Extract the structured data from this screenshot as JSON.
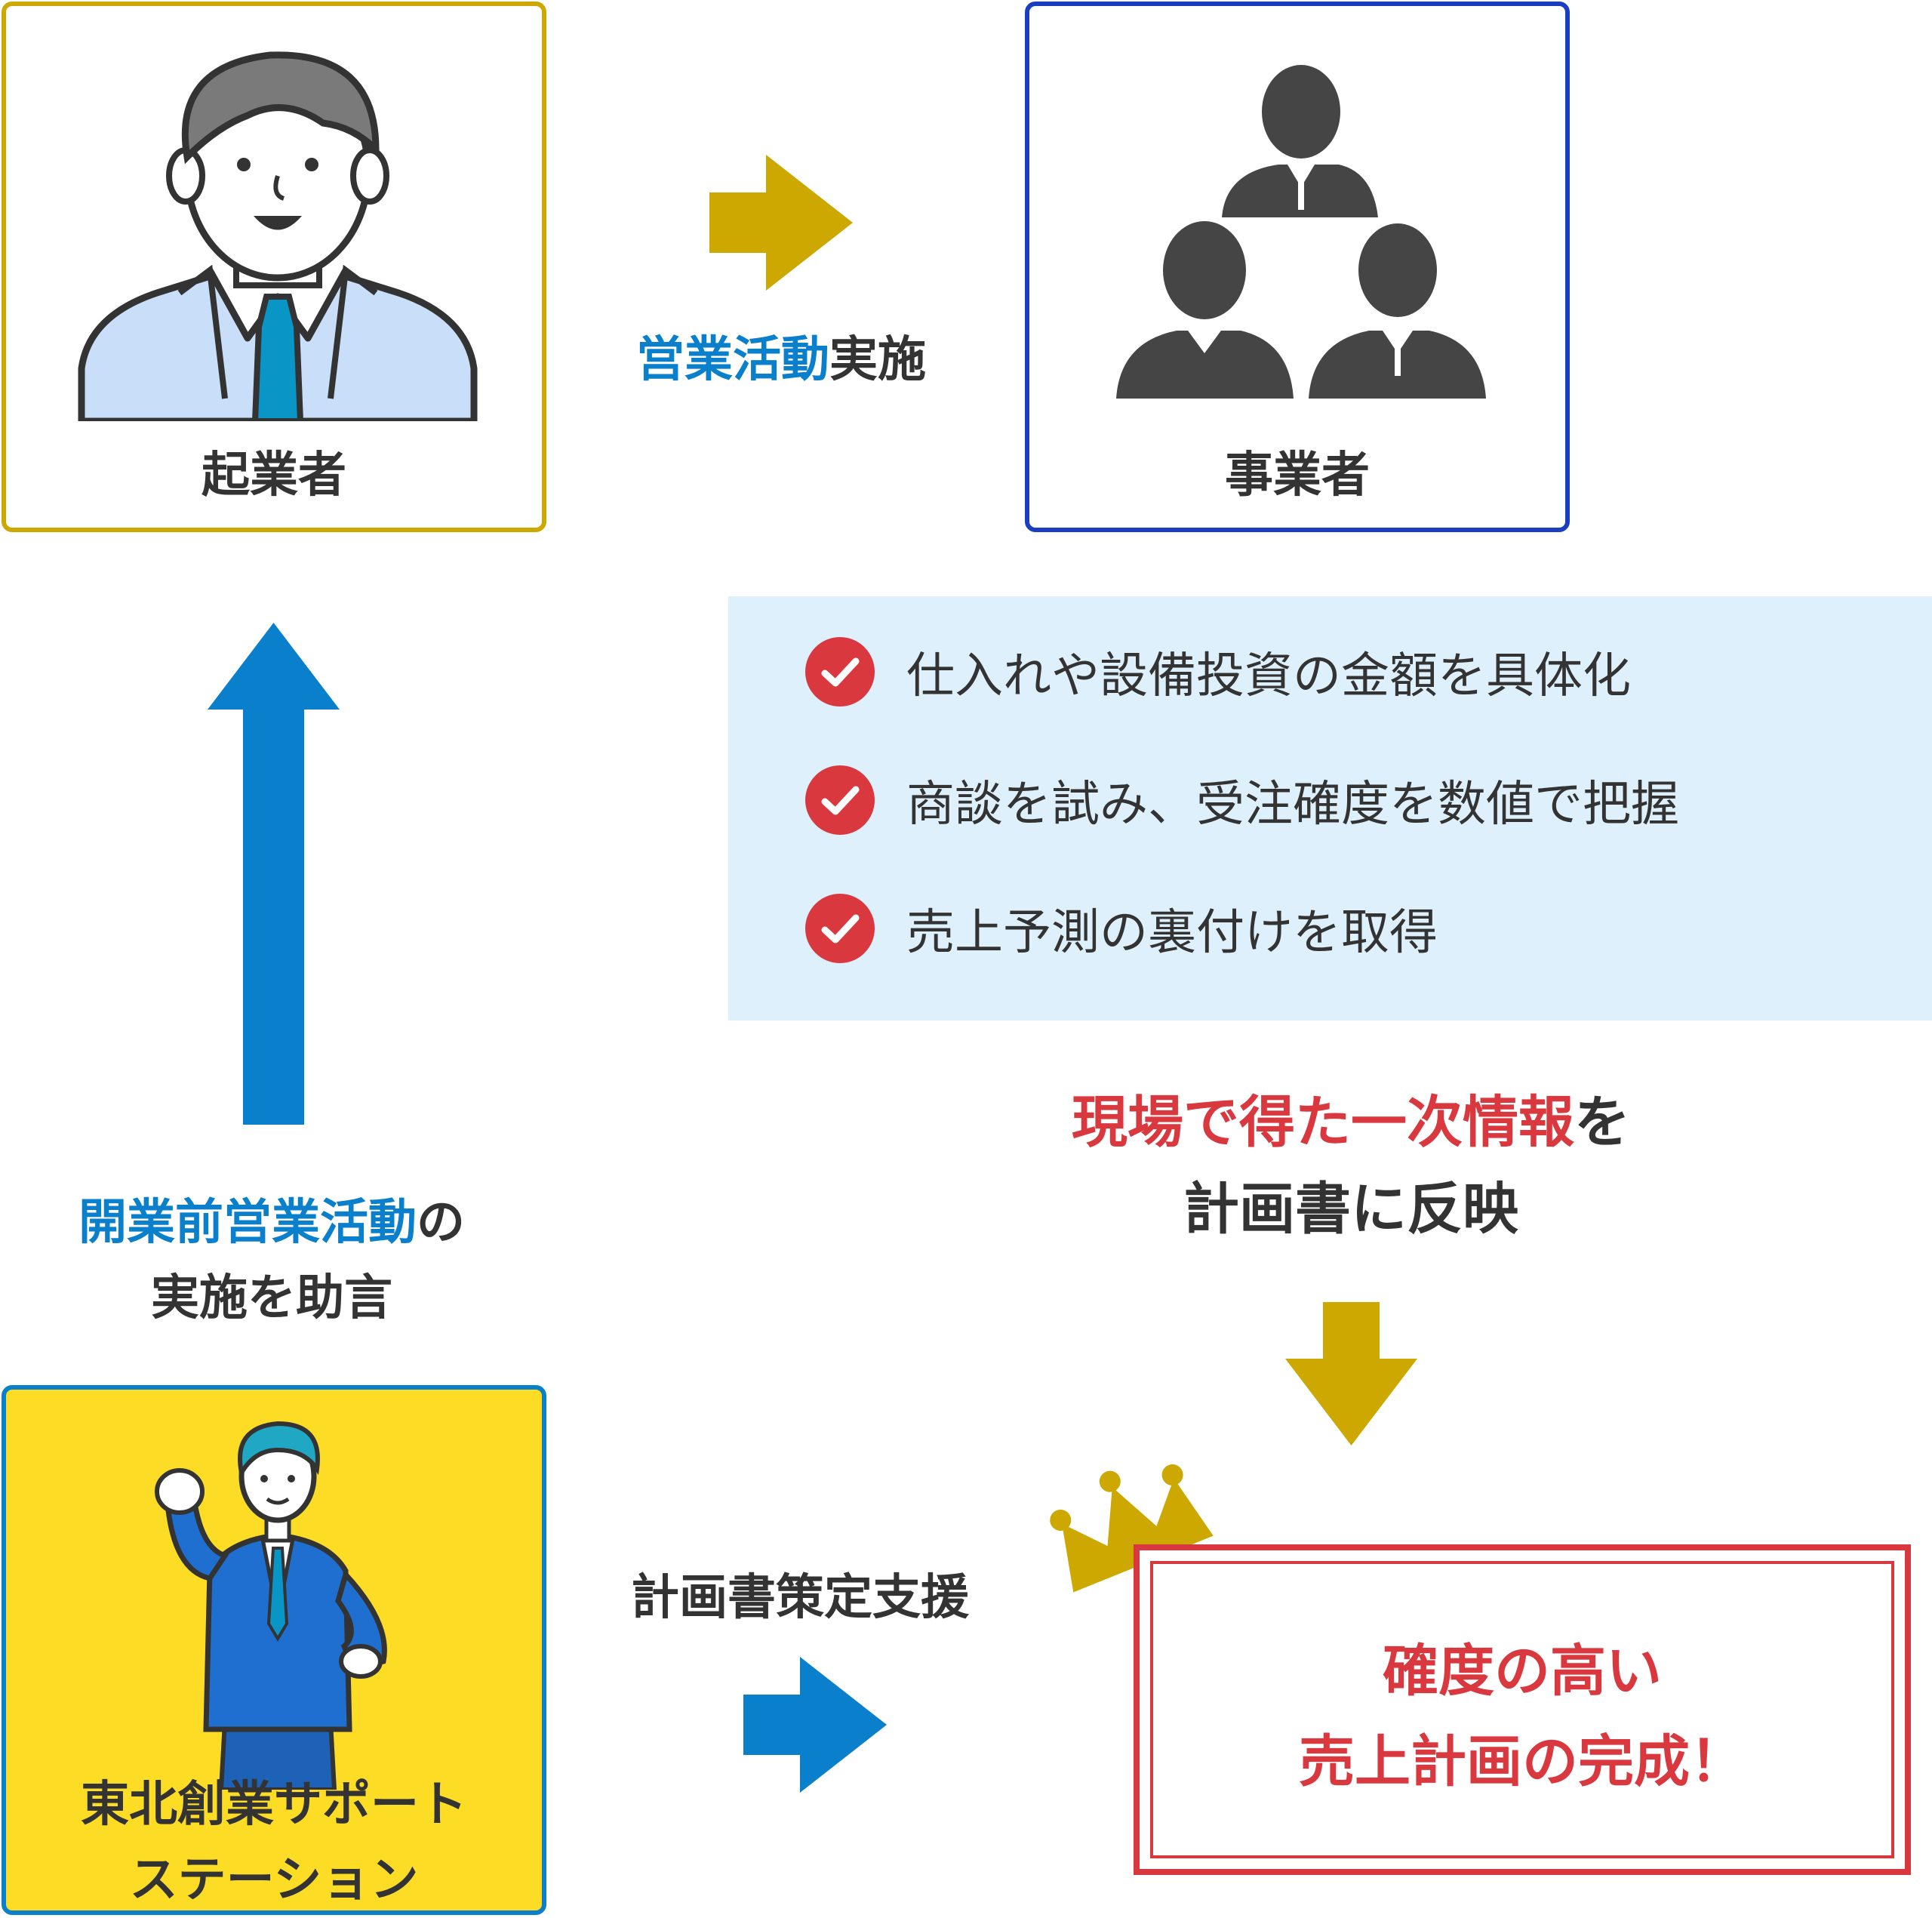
{
  "entrepreneur": {
    "label": "起業者"
  },
  "businesses": {
    "label": "事業者"
  },
  "sales_activity": {
    "highlight": "営業活動",
    "rest": "実施"
  },
  "checklist": {
    "items": [
      {
        "text": "仕入れや設備投資の金額を具体化"
      },
      {
        "text": "商談を試み、受注確度を数値で把握"
      },
      {
        "text": "売上予測の裏付けを取得"
      }
    ]
  },
  "reflect": {
    "highlight": "現場で得た一次情報",
    "suffix": "を",
    "line2": "計画書に反映"
  },
  "advice": {
    "highlight": "開業前営業活動",
    "suffix": "の",
    "line2": "実施を助言"
  },
  "support_station": {
    "line1": "東北創業サポート",
    "line2": "ステーション"
  },
  "plan_support": {
    "label": "計画書策定支援"
  },
  "result": {
    "line1": "確度の高い",
    "line2": "売上計画の完成！"
  },
  "colors": {
    "gold": "#cca800",
    "blue": "#0a7fcc",
    "navy_border": "#1a3ec2",
    "red": "#d9393e",
    "yellow_bg": "#fddc25",
    "info_bg": "#ddf0fb",
    "dark_figure": "#454545"
  },
  "icons": [
    "entrepreneur-illustration",
    "businesspeople-group-icon",
    "check-circle-icon",
    "crown-icon",
    "supporter-illustration"
  ]
}
